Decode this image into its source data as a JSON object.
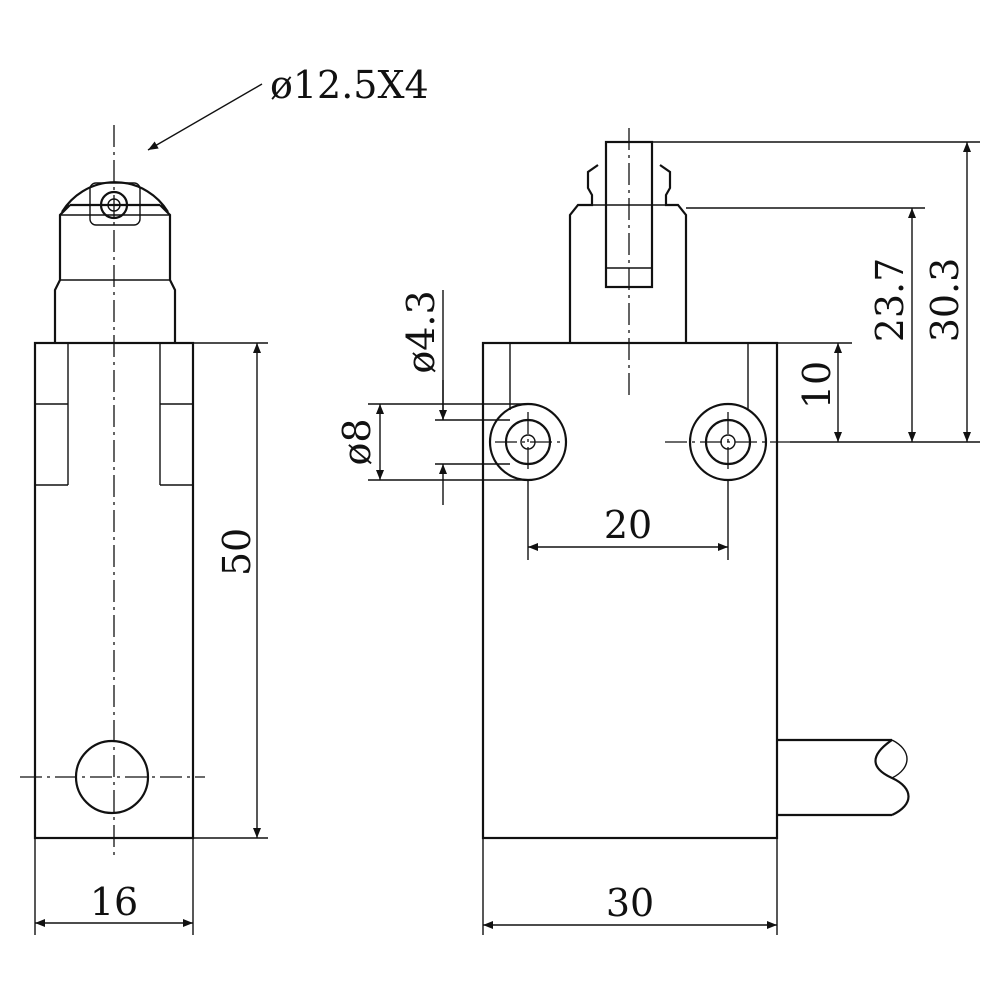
{
  "dimensions": {
    "roller": "ø12.5X4",
    "width_side": "16",
    "height_body": "50",
    "width_front": "30",
    "hole_spacing": "20",
    "hole_bore": "ø8",
    "hole_diameter": "ø4.3",
    "hole_offset": "10",
    "actuator_height": "23.7",
    "total_height": "30.3"
  }
}
